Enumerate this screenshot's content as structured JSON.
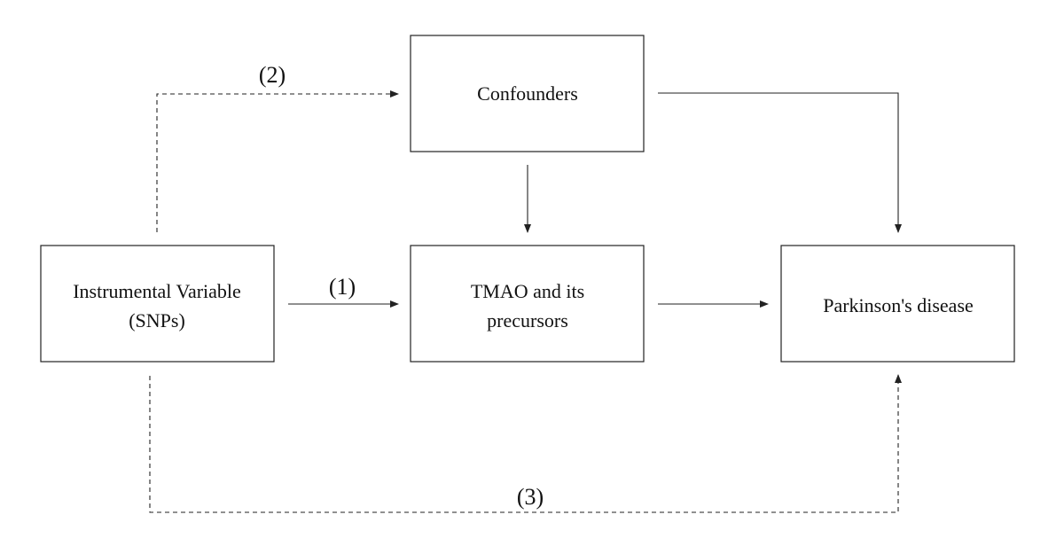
{
  "nodes": {
    "instrument": {
      "line1": "Instrumental Variable",
      "line2": "(SNPs)"
    },
    "confounders": {
      "label": "Confounders"
    },
    "exposure": {
      "line1": "TMAO and its",
      "line2": "precursors"
    },
    "outcome": {
      "label": "Parkinson's disease"
    }
  },
  "paths": {
    "path1": {
      "label": "(1)",
      "style": "solid"
    },
    "path2": {
      "label": "(2)",
      "style": "dashed"
    },
    "path3": {
      "label": "(3)",
      "style": "dashed"
    }
  }
}
